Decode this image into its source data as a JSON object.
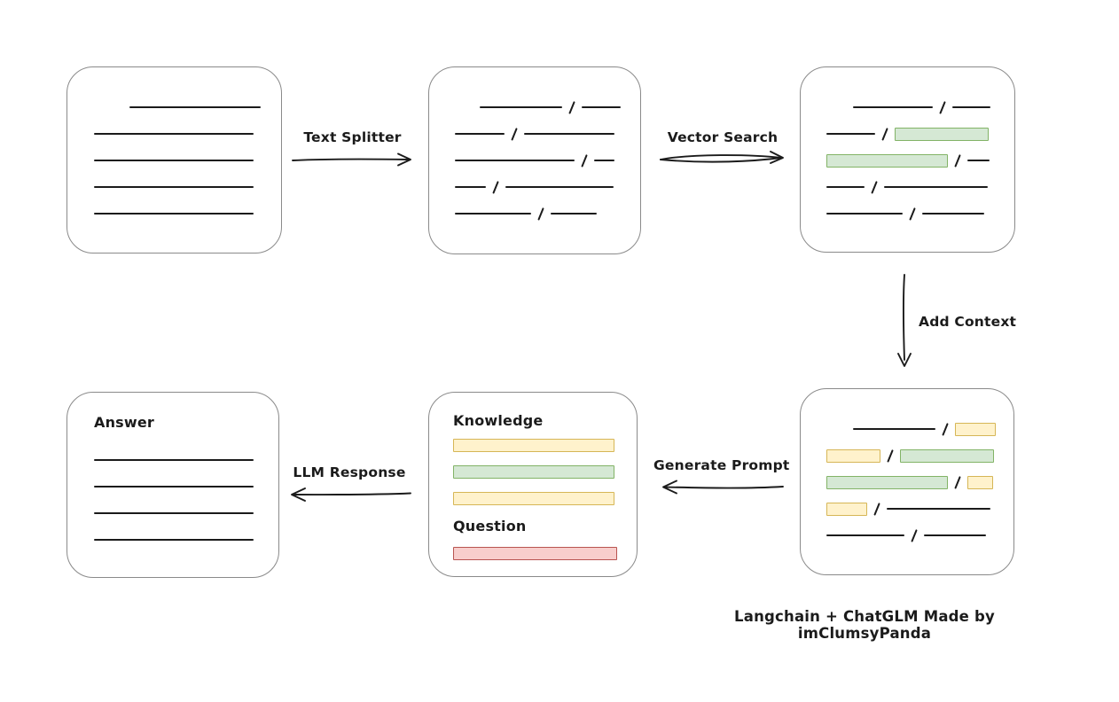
{
  "palette": {
    "ink": "#1b1b1b",
    "box_border": "#8a8a8a",
    "green_fill": "#d5e8d4",
    "green_stroke": "#82b366",
    "yellow_fill": "#fff2cc",
    "yellow_stroke": "#d6b656",
    "red_fill": "#f8cecc",
    "red_stroke": "#b85450"
  },
  "labels": {
    "text_splitter": "Text Splitter",
    "vector_search": "Vector Search",
    "add_context": "Add Context",
    "generate_prompt": "Generate Prompt",
    "llm_response": "LLM Response",
    "knowledge": "Knowledge",
    "question": "Question",
    "answer": "Answer",
    "caption": "Langchain + ChatGLM Made by imClumsyPanda"
  },
  "boxes": {
    "document": {
      "rows": [
        [
          {
            "t": "sp",
            "w": 32
          },
          {
            "t": "ln",
            "w": 148
          }
        ],
        [
          {
            "t": "ln",
            "w": 180
          }
        ],
        [
          {
            "t": "ln",
            "w": 180
          }
        ],
        [
          {
            "t": "ln",
            "w": 180
          }
        ],
        [
          {
            "t": "ln",
            "w": 180
          }
        ]
      ]
    },
    "chunks": {
      "rows": [
        [
          {
            "t": "sp",
            "w": 20
          },
          {
            "t": "ln",
            "w": 93
          },
          {
            "t": "sl"
          },
          {
            "t": "ln",
            "w": 44
          }
        ],
        [
          {
            "t": "ln",
            "w": 56
          },
          {
            "t": "sl"
          },
          {
            "t": "ln",
            "w": 102
          }
        ],
        [
          {
            "t": "ln",
            "w": 135
          },
          {
            "t": "sl"
          },
          {
            "t": "ln",
            "w": 23
          }
        ],
        [
          {
            "t": "ln",
            "w": 35
          },
          {
            "t": "sl"
          },
          {
            "t": "ln",
            "w": 122
          }
        ],
        [
          {
            "t": "ln",
            "w": 86
          },
          {
            "t": "sl"
          },
          {
            "t": "ln",
            "w": 52
          }
        ]
      ]
    },
    "matched_chunks": {
      "rows": [
        [
          {
            "t": "sp",
            "w": 22
          },
          {
            "t": "ln",
            "w": 90
          },
          {
            "t": "sl"
          },
          {
            "t": "ln",
            "w": 43
          }
        ],
        [
          {
            "t": "ln",
            "w": 55
          },
          {
            "t": "sl"
          },
          {
            "t": "gr",
            "w": 104
          }
        ],
        [
          {
            "t": "gr",
            "w": 135
          },
          {
            "t": "sl"
          },
          {
            "t": "ln",
            "w": 25
          }
        ],
        [
          {
            "t": "ln",
            "w": 43
          },
          {
            "t": "sl"
          },
          {
            "t": "ln",
            "w": 117
          }
        ],
        [
          {
            "t": "ln",
            "w": 86
          },
          {
            "t": "sl"
          },
          {
            "t": "ln",
            "w": 70
          }
        ]
      ]
    },
    "context_chunks": {
      "rows": [
        [
          {
            "t": "sp",
            "w": 22
          },
          {
            "t": "ln",
            "w": 93
          },
          {
            "t": "sl"
          },
          {
            "t": "yl",
            "w": 44
          }
        ],
        [
          {
            "t": "yl",
            "w": 59
          },
          {
            "t": "sl"
          },
          {
            "t": "gr",
            "w": 104
          }
        ],
        [
          {
            "t": "gr",
            "w": 135
          },
          {
            "t": "sl"
          },
          {
            "t": "yl",
            "w": 27
          }
        ],
        [
          {
            "t": "yl",
            "w": 44
          },
          {
            "t": "sl"
          },
          {
            "t": "ln",
            "w": 117
          }
        ],
        [
          {
            "t": "ln",
            "w": 88
          },
          {
            "t": "sl"
          },
          {
            "t": "ln",
            "w": 70
          }
        ]
      ]
    },
    "prompt": {
      "knowledge_rows": [
        [
          {
            "t": "yl",
            "w": 180
          }
        ],
        [
          {
            "t": "gr",
            "w": 180
          }
        ],
        [
          {
            "t": "yl",
            "w": 180
          }
        ]
      ],
      "question_rows": [
        [
          {
            "t": "rd",
            "w": 183
          }
        ]
      ]
    },
    "answer": {
      "rows": [
        [
          {
            "t": "ln",
            "w": 180
          }
        ],
        [
          {
            "t": "ln",
            "w": 180
          }
        ],
        [
          {
            "t": "ln",
            "w": 180
          }
        ],
        [
          {
            "t": "ln",
            "w": 180
          }
        ]
      ]
    }
  }
}
